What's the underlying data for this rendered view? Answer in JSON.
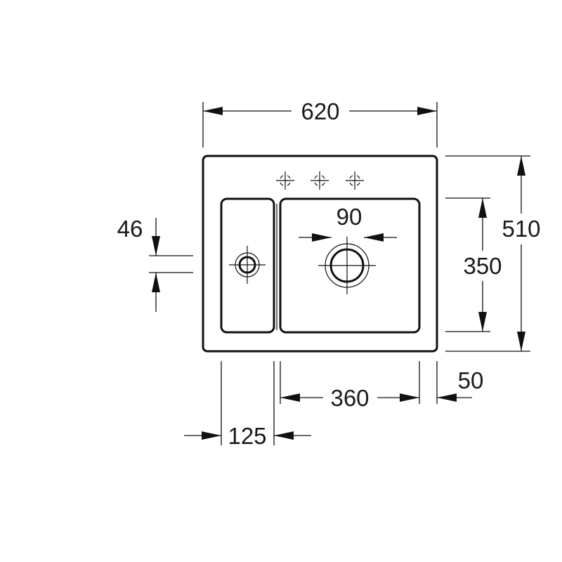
{
  "dimensions": {
    "overall_width": "620",
    "overall_depth": "510",
    "main_bowl_depth": "350",
    "main_bowl_width": "360",
    "small_bowl_width": "125",
    "drain_spacing": "90",
    "right_rim": "50",
    "small_drain_offset": "46"
  },
  "icons": {
    "tap_hole": "tap-hole-marker-icon",
    "drain": "drain-icon"
  },
  "colors": {
    "line": "#111111",
    "background": "#ffffff"
  }
}
